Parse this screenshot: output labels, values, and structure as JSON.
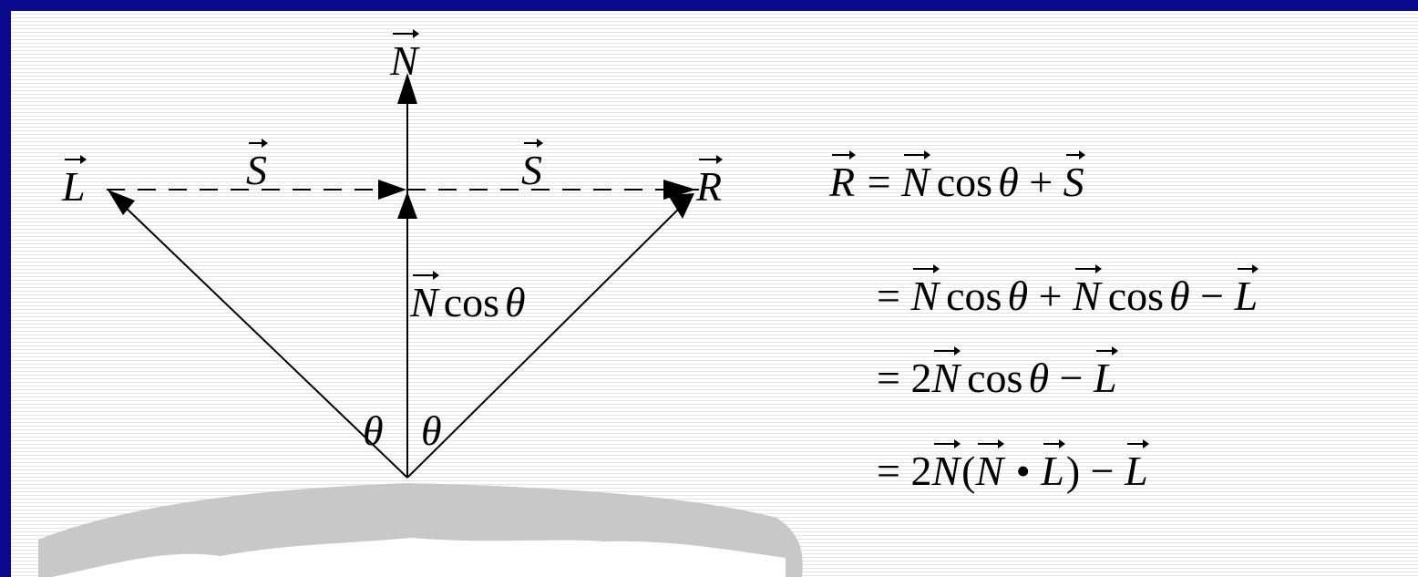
{
  "diagram": {
    "labels": {
      "N": "N",
      "L": "L",
      "R": "R",
      "S_left": "S",
      "S_right": "S",
      "ncos_vec": "N",
      "ncos_func": "cos",
      "ncos_theta": "θ",
      "theta_left": "θ",
      "theta_right": "θ"
    }
  },
  "equations": [
    [
      {
        "t": "R",
        "vec": true
      },
      {
        "t": " = "
      },
      {
        "t": "N",
        "vec": true
      },
      {
        "t": "cos",
        "up": true
      },
      {
        "t": "θ"
      },
      {
        "t": " + "
      },
      {
        "t": "S",
        "vec": true
      }
    ],
    [
      {
        "t": "= "
      },
      {
        "t": "N",
        "vec": true
      },
      {
        "t": "cos",
        "up": true
      },
      {
        "t": "θ"
      },
      {
        "t": " + "
      },
      {
        "t": "N",
        "vec": true
      },
      {
        "t": "cos",
        "up": true
      },
      {
        "t": "θ"
      },
      {
        "t": " − "
      },
      {
        "t": "L",
        "vec": true
      }
    ],
    [
      {
        "t": "= 2"
      },
      {
        "t": "N",
        "vec": true
      },
      {
        "t": "cos",
        "up": true
      },
      {
        "t": "θ"
      },
      {
        "t": " − "
      },
      {
        "t": "L",
        "vec": true
      }
    ],
    [
      {
        "t": "= 2"
      },
      {
        "t": "N",
        "vec": true
      },
      {
        "t": "("
      },
      {
        "t": "N",
        "vec": true
      },
      {
        "t": " • "
      },
      {
        "t": "L",
        "vec": true
      },
      {
        "t": ") − "
      },
      {
        "t": "L",
        "vec": true
      }
    ]
  ],
  "colors": {
    "frame": "#0a0a8c",
    "surface": "#c8c8c8",
    "ink": "#000000"
  }
}
